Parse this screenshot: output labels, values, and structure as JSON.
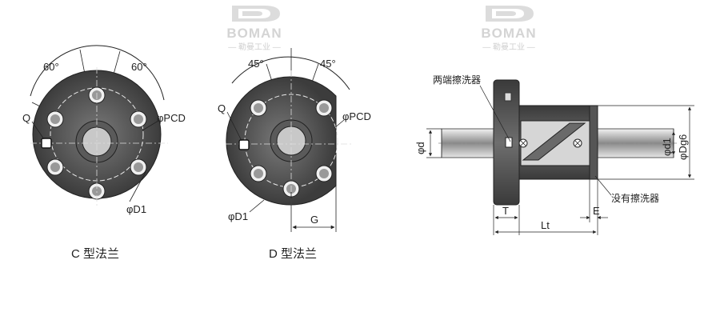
{
  "watermark": {
    "brand": "BOMAN",
    "subtitle": "— 勒曼工业 —"
  },
  "flange_c": {
    "caption": "C 型法兰",
    "angle_left": "60°",
    "angle_right": "60°",
    "label_q": "Q",
    "label_pcd": "φPCD",
    "label_d1": "φD1"
  },
  "flange_d": {
    "caption": "D 型法兰",
    "angle_left": "45°",
    "angle_right": "45°",
    "label_q": "Q",
    "label_pcd": "φPCD",
    "label_d1": "φD1",
    "label_g": "G"
  },
  "side_view": {
    "callout_wiper": "两端擦洗器",
    "callout_no_wiper": "没有擦洗器",
    "label_d": "φd",
    "label_d1": "φd1",
    "label_dg6": "φDg6",
    "label_t": "T",
    "label_e": "E",
    "label_lt": "Lt"
  },
  "colors": {
    "body": "#4a4a4a",
    "body_light": "#6a6a6a",
    "line": "#222222",
    "watermark": "#d4d4d4"
  }
}
